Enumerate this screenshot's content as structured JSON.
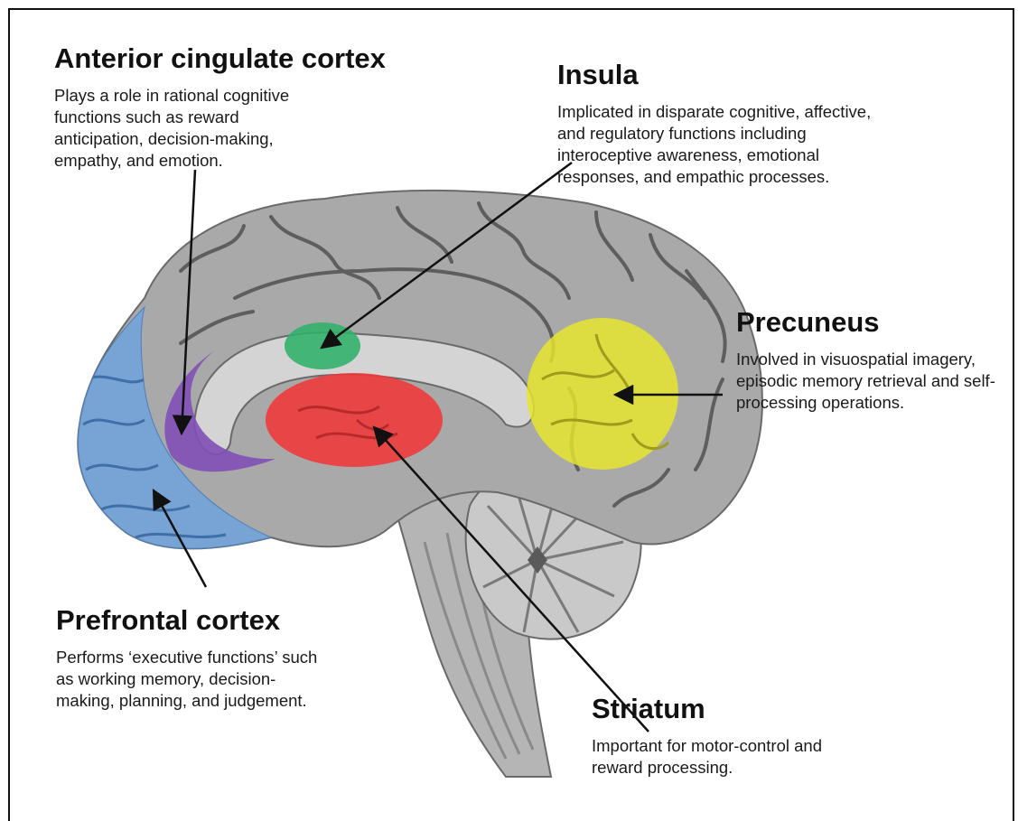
{
  "regions": {
    "acc": {
      "title": "Anterior cingulate cortex",
      "description": "Plays a role in rational cognitive functions such as reward anticipation, decision-making, empathy, and emotion.",
      "color": "#7f4fb5"
    },
    "insula": {
      "title": "Insula",
      "description": "Implicated in disparate cognitive, affective, and regulatory functions including interoceptive awareness, emotional responses, and empathic processes.",
      "color": "#2fb26a"
    },
    "precuneus": {
      "title": "Precuneus",
      "description": "Involved in visuospatial imagery, episodic memory retrieval and self-processing operations.",
      "color": "#e8e62a"
    },
    "pfc": {
      "title": "Prefrontal cortex",
      "description": "Performs ‘executive functions’ such as working memory, decision-making, planning, and judgement.",
      "color": "#6fa3dc"
    },
    "striatum": {
      "title": "Striatum",
      "description": "Important for motor-control and reward processing.",
      "color": "#ee3b3b"
    }
  },
  "brain": {
    "cortex_color": "#a9a9a9",
    "sulcus_color": "#5e5e5e",
    "white_matter_color": "#d4d4d4"
  }
}
